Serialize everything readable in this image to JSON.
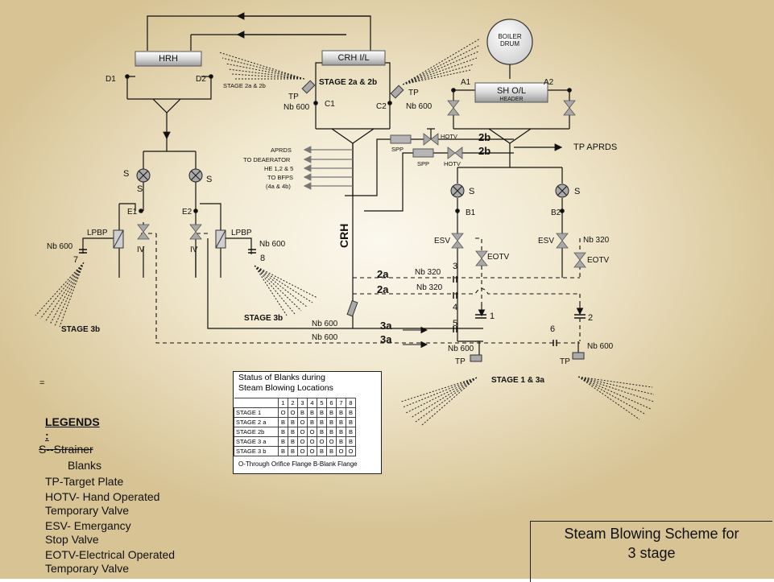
{
  "headers": {
    "hrh": "HRH",
    "crh_il": "CRH I/L",
    "boiler_drum_1": "BOILER",
    "boiler_drum_2": "DRUM",
    "sh_ol": "SH O/L",
    "sh_header": "HEADER"
  },
  "points": {
    "d1": "D1",
    "d2": "D2",
    "c1": "C1",
    "c2": "C2",
    "a1": "A1",
    "a2": "A2",
    "e1": "E1",
    "e2": "E2",
    "b1": "B1",
    "b2": "B2"
  },
  "labels": {
    "stage_2a2b_small": "STAGE 2a & 2b",
    "stage_2a2b": "STAGE 2a & 2b",
    "tp": "TP",
    "nb600": "Nb 600",
    "nb320": "Nb 320",
    "s": "S",
    "iv": "IV",
    "lpbp": "LPBP",
    "esv": "ESV",
    "eotv": "EOTV",
    "hotv": "HOTV",
    "spp": "SPP",
    "crh": "CRH",
    "tp_aprds": "TP APRDS",
    "l2a": "2a",
    "l2b": "2b",
    "l3a": "3a",
    "stage_3b": "STAGE 3b",
    "stage_1_3a": "STAGE 1 & 3a",
    "equals": "="
  },
  "branch_outlets": [
    "APRDS",
    "TO DEAERATOR",
    "HE 1,2 & 5",
    "TO BFPS",
    "(4a & 4b)"
  ],
  "numbers": {
    "n1": "1",
    "n2": "2",
    "n3": "3",
    "n4": "4",
    "n5": "5",
    "n6": "6",
    "n7": "7",
    "n8": "8"
  },
  "status_table": {
    "title_line1": "Status of Blanks during",
    "title_line2": "Steam Blowing Locations",
    "columns": [
      "1",
      "2",
      "3",
      "4",
      "5",
      "6",
      "7",
      "8"
    ],
    "rows": [
      {
        "stage": "STAGE 1",
        "cells": [
          "O",
          "O",
          "B",
          "B",
          "B",
          "B",
          "B",
          "B"
        ]
      },
      {
        "stage": "STAGE 2 a",
        "cells": [
          "B",
          "B",
          "O",
          "B",
          "B",
          "B",
          "B",
          "B"
        ]
      },
      {
        "stage": "STAGE 2b",
        "cells": [
          "B",
          "B",
          "O",
          "O",
          "B",
          "B",
          "B",
          "B"
        ]
      },
      {
        "stage": "STAGE 3 a",
        "cells": [
          "B",
          "B",
          "O",
          "O",
          "O",
          "O",
          "B",
          "B"
        ]
      },
      {
        "stage": "STAGE 3 b",
        "cells": [
          "B",
          "B",
          "O",
          "O",
          "B",
          "B",
          "O",
          "O"
        ]
      }
    ],
    "footnote": "O-Through Orifice Flange     B-Blank Flange"
  },
  "legend": {
    "heading": "LEGENDS",
    "colon": ":",
    "items": [
      "S--Strainer",
      "Blanks",
      "TP-Target Plate",
      "HOTV- Hand Operated",
      "Temporary Valve",
      "ESV- Emergancy",
      "Stop Valve",
      "EOTV-Electrical Operated",
      "Temporary Valve"
    ]
  },
  "title": {
    "line1": "Steam Blowing Scheme for",
    "line2": "3 stage"
  },
  "colors": {
    "background_center": "#fbf8ee",
    "background_edge": "#d7c394",
    "line": "#111111",
    "valve_fill": "#a9a9a9"
  }
}
